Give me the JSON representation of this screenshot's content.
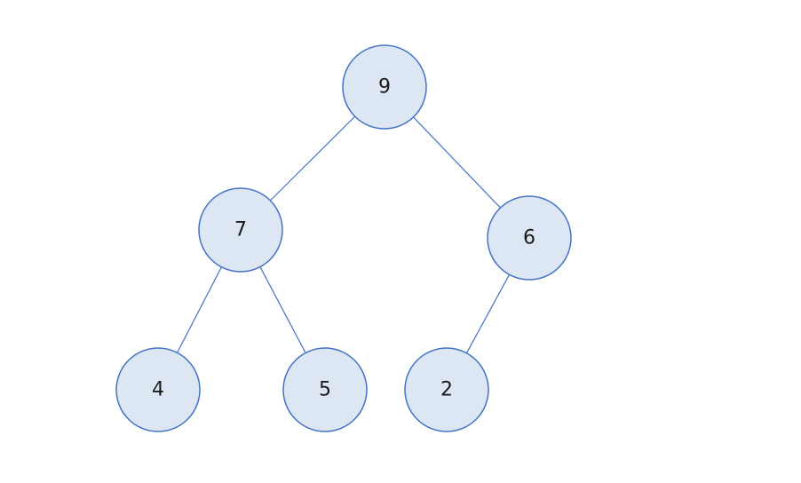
{
  "tree": {
    "nodes": [
      {
        "id": "n9",
        "label": "9"
      },
      {
        "id": "n7",
        "label": "7"
      },
      {
        "id": "n6",
        "label": "6"
      },
      {
        "id": "n4",
        "label": "4"
      },
      {
        "id": "n5",
        "label": "5"
      },
      {
        "id": "n2",
        "label": "2"
      }
    ],
    "edges": [
      {
        "from": "n9",
        "to": "n7"
      },
      {
        "from": "n9",
        "to": "n6"
      },
      {
        "from": "n7",
        "to": "n4"
      },
      {
        "from": "n7",
        "to": "n5"
      },
      {
        "from": "n6",
        "to": "n2"
      }
    ],
    "colors": {
      "node_fill": "#dde7f3",
      "node_stroke": "#4472c4",
      "edge": "#4472c4"
    }
  }
}
